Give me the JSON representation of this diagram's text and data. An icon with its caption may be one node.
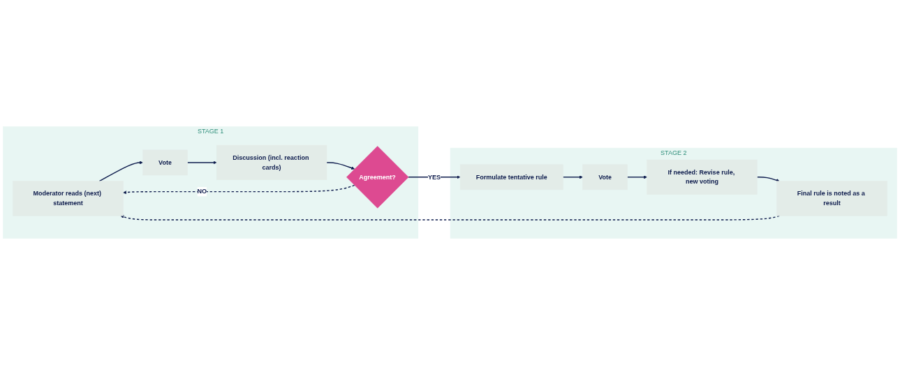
{
  "diagram": {
    "nodes": [
      {
        "text": [
          "STAGE 1"
        ]
      },
      {
        "text": [
          "Moderator reads (next) statement"
        ],
        "in": 0
      },
      {
        "text": [
          "Vote"
        ],
        "in": 0
      },
      {
        "text": [
          "Discussion (incl. reaction cards)"
        ],
        "in": 0
      },
      {
        "text": [
          "Agreement?"
        ],
        "in": 0
      },
      {
        "text": [
          "STAGE 2"
        ]
      },
      {
        "text": [
          "Formulate tentative rule"
        ],
        "in": 5
      },
      {
        "text": [
          "Vote"
        ],
        "in": 5
      },
      {
        "text": [
          "If needed: Revise rule, new voting"
        ],
        "in": 5
      },
      {
        "text": [
          "Final rule is noted as a result"
        ],
        "in": 5
      }
    ],
    "edges": [
      {
        "from": 1,
        "to": 2,
        "arrow": "to"
      },
      {
        "from": 2,
        "to": 3,
        "arrow": "to"
      },
      {
        "from": 3,
        "to": 4,
        "arrow": "to"
      },
      {
        "from": 4,
        "to": 1,
        "arrow": "to",
        "label": "NO",
        "style": "dashed"
      },
      {
        "from": 4,
        "to": 6,
        "arrow": "to",
        "label": "YES"
      },
      {
        "from": 6,
        "to": 7,
        "arrow": "to"
      },
      {
        "from": 7,
        "to": 8,
        "arrow": "to"
      },
      {
        "from": 8,
        "to": 9,
        "arrow": "to"
      },
      {
        "from": 9,
        "to": 1,
        "arrow": "to",
        "style": "dashed"
      }
    ]
  }
}
